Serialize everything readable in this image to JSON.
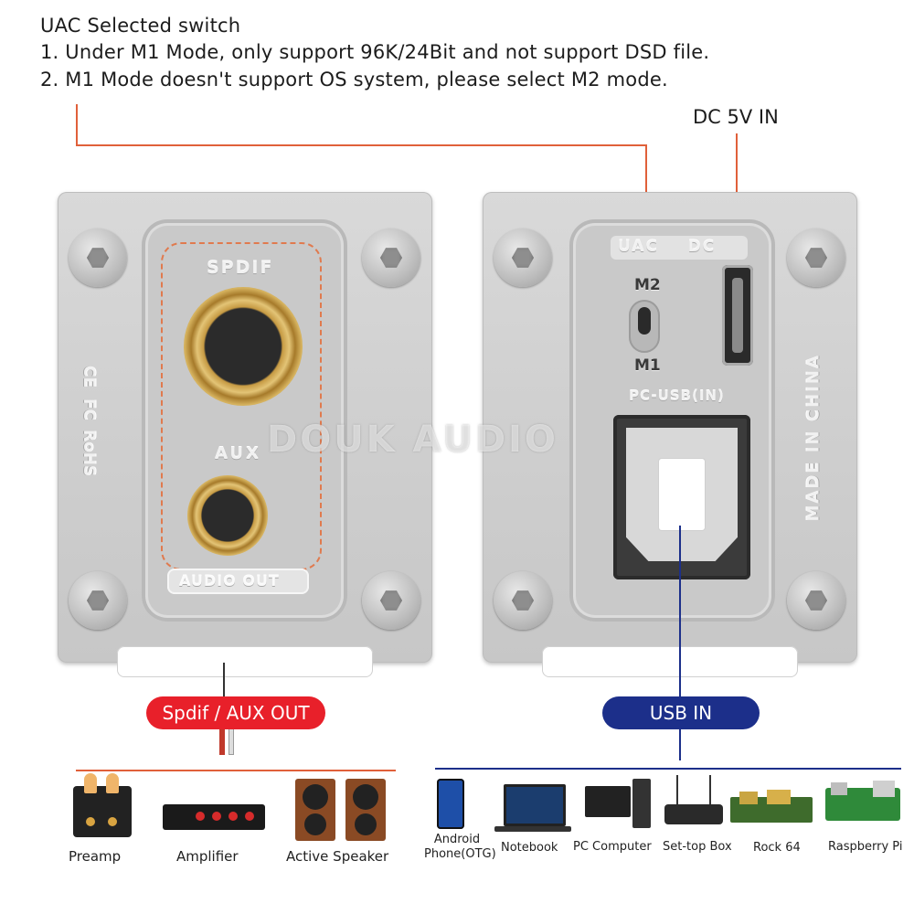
{
  "heading": {
    "title": "UAC Selected switch",
    "line1": "1. Under M1 Mode, only support 96K/24Bit and not support DSD file.",
    "line2": "2. M1 Mode doesn't support OS system, please select M2 mode."
  },
  "dc_label": "DC 5V IN",
  "left_panel": {
    "spdif": "SPDIF",
    "aux": "AUX",
    "audio_out": "AUDIO OUT",
    "cert_ce": "CE",
    "cert_fc": "FC",
    "cert_rohs": "RoHS"
  },
  "right_panel": {
    "uac_dc": "UAC    DC",
    "m2": "M2",
    "m1": "M1",
    "pc_usb": "PC-USB(IN)",
    "made_in": "MADE IN CHINA"
  },
  "watermark": "DOUK AUDIO",
  "badges": {
    "spdif_aux_out": "Spdif / AUX OUT",
    "usb_in": "USB IN"
  },
  "output_devices": [
    "Preamp",
    "Amplifier",
    "Active Speaker"
  ],
  "input_devices": [
    {
      "line1": "Android",
      "line2": "Phone(OTG)"
    },
    {
      "line1": "Notebook",
      "line2": ""
    },
    {
      "line1": "PC Computer",
      "line2": ""
    },
    {
      "line1": "Set-top Box",
      "line2": ""
    },
    {
      "line1": "Rock 64",
      "line2": ""
    },
    {
      "line1": "Raspberry Pi",
      "line2": ""
    }
  ],
  "colors": {
    "annotation_line": "#e0603a",
    "spdif_badge": "#e8202a",
    "usb_badge": "#1c2f8a",
    "panel_metal": "#cfcfcf"
  }
}
